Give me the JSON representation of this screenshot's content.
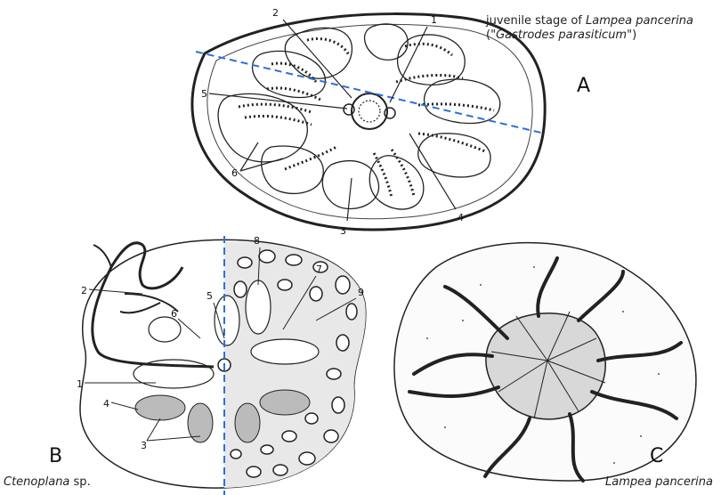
{
  "panel_a": {
    "letter": "A",
    "caption_line1_prefix": "juvenile stage of ",
    "caption_line1_italic": "Lampea pancerina",
    "caption_line2_open": "(\"",
    "caption_line2_italic": "Gastrodes parasiticum",
    "caption_line2_close": "\")",
    "labels": [
      "1",
      "2",
      "3",
      "4",
      "5",
      "6"
    ]
  },
  "panel_b": {
    "letter": "B",
    "caption_italic": "Ctenoplana",
    "caption_suffix": " sp.",
    "labels": [
      "1",
      "2",
      "3",
      "4",
      "5",
      "6",
      "7",
      "8",
      "9"
    ]
  },
  "panel_c": {
    "letter": "C",
    "caption_italic": "Lampea pancerina"
  },
  "colors": {
    "ink": "#222222",
    "axis_dashed": "#2f6fd6",
    "background": "#ffffff"
  }
}
